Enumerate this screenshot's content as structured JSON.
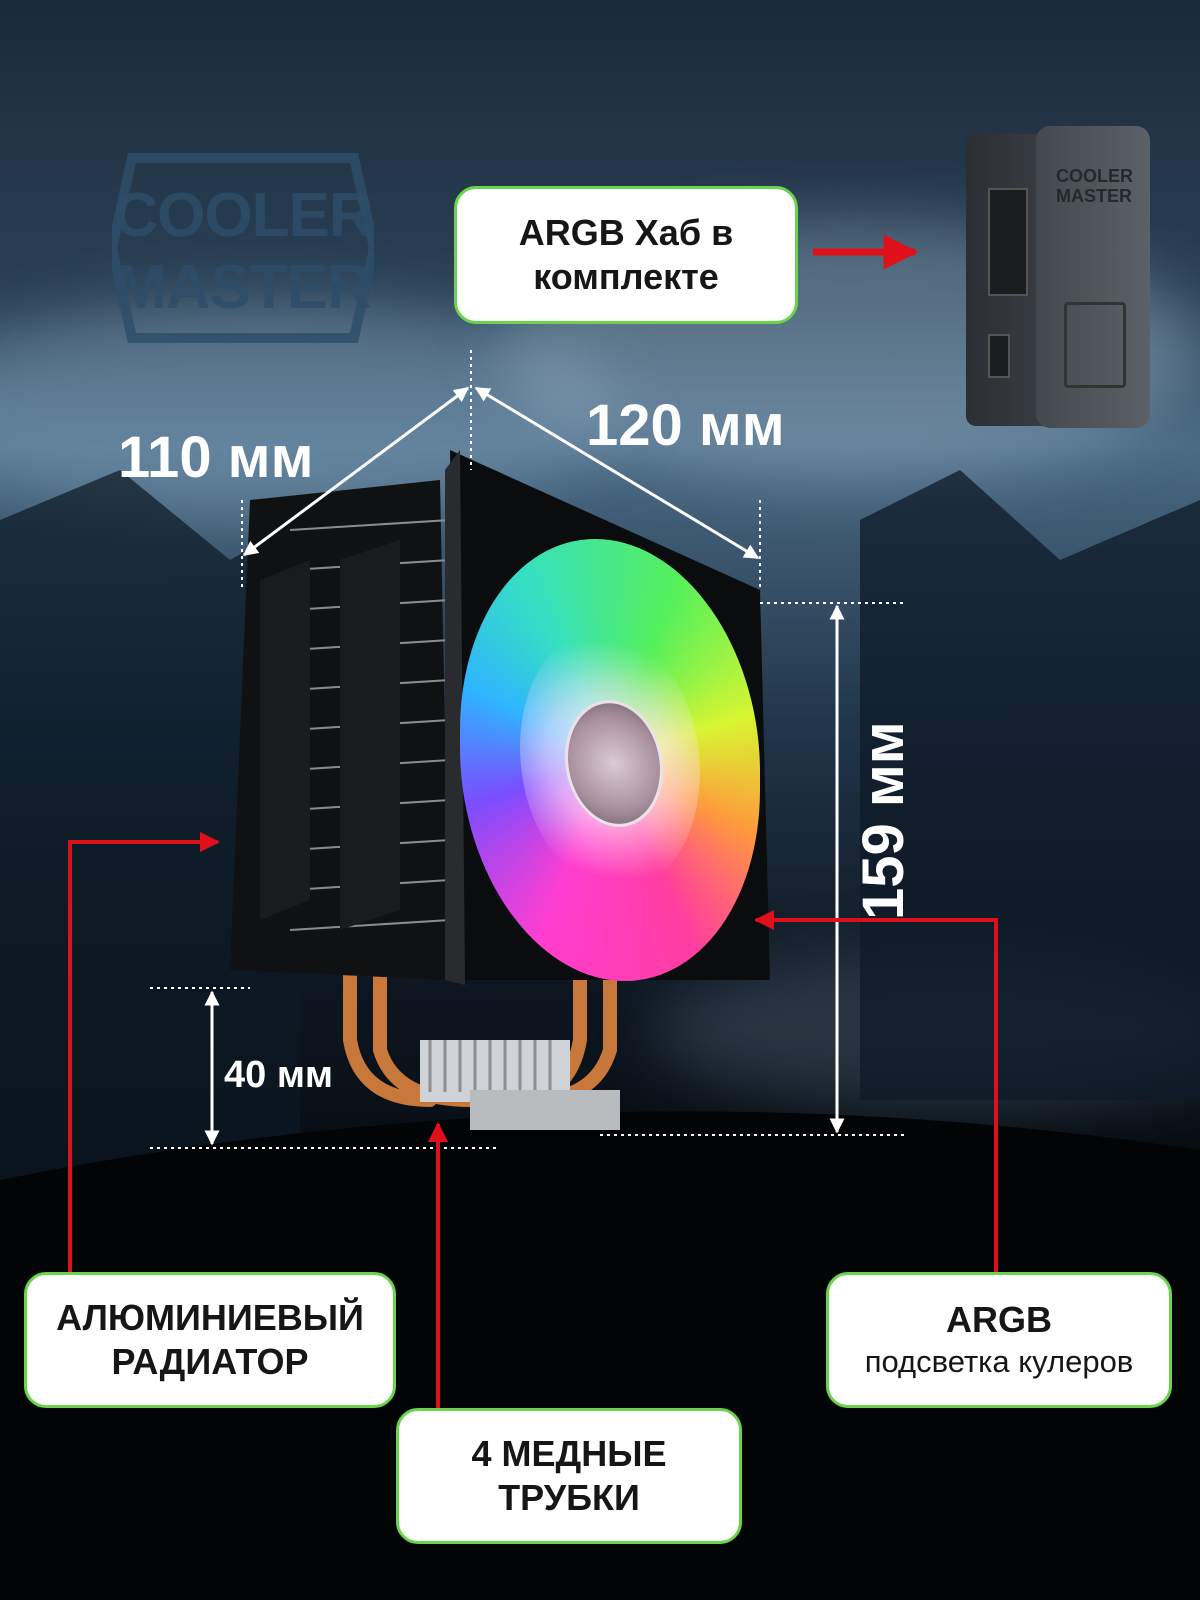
{
  "brand": {
    "line1": "COOLER",
    "line2": "MASTER"
  },
  "hub_device": {
    "brand_line1": "COOLER",
    "brand_line2": "MASTER"
  },
  "callouts": {
    "hub": {
      "line1": "ARGB Хаб в",
      "line2": "комплекте"
    },
    "radiator": {
      "line1": "АЛЮМИНИЕВЫЙ",
      "line2": "РАДИАТОР"
    },
    "pipes": {
      "line1": "4 МЕДНЫЕ",
      "line2": "ТРУБКИ"
    },
    "argb": {
      "line1": "ARGB",
      "line2": "подсветка кулеров"
    }
  },
  "dimensions": {
    "depth": "110 мм",
    "width": "120 мм",
    "height": "159 мм",
    "clearance": "40 мм"
  },
  "colors": {
    "callout_border": "#6ad44a",
    "arrow": "#e0101a",
    "dimension": "#ffffff"
  }
}
